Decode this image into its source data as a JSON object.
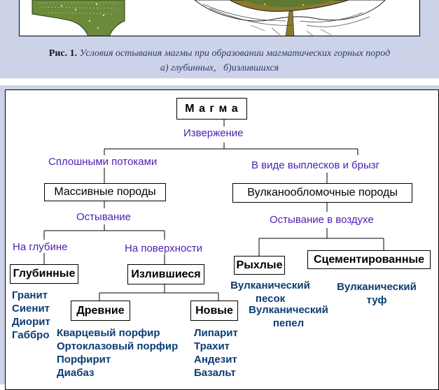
{
  "figure": {
    "caption_label": "Рис. 1.",
    "caption_line1": "Условия остывания магмы при образовании магматических горных пород",
    "caption_line2": "а) глубинных,   б)излившихся"
  },
  "diagram": {
    "root": "М а г м а",
    "eruption_label": "Извержение",
    "branch_left_label": "Сплошными потоками",
    "branch_right_label": "В виде выплесков и брызг",
    "massive": "Массивные породы",
    "volcanoclastic": "Вулканообломочные породы",
    "cooling_label": "Остывание",
    "cooling_air_label": "Остывание в воздухе",
    "depth_label": "На глубине",
    "surface_label": "На поверхности",
    "deep": "Глубинные",
    "effusive": "Излившиеся",
    "loose": "Рыхлые",
    "cemented": "Сцементированные",
    "deep_examples": [
      "Гранит",
      "Сиенит",
      "Диорит",
      "Габбро"
    ],
    "ancient": "Древние",
    "new": "Новые",
    "ancient_examples": [
      "Кварцевый порфир",
      "Ортоклазовый порфир",
      "Порфирит",
      "Диабаз"
    ],
    "new_examples": [
      "Липарит",
      "Трахит",
      "Андезит",
      "Базальт"
    ],
    "loose_examples": [
      "Вулканический",
      "песок",
      "Вулканический",
      "пепел"
    ],
    "cemented_examples": [
      "Вулканический",
      "туф"
    ]
  }
}
